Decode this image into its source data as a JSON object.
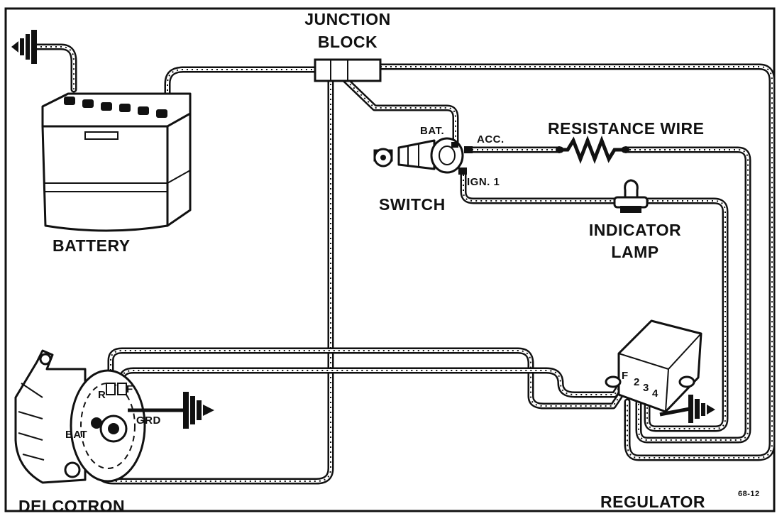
{
  "labels": {
    "junction_block_line1": "JUNCTION",
    "junction_block_line2": "BLOCK",
    "battery": "BATTERY",
    "switch": "SWITCH",
    "bat": "BAT.",
    "acc": "ACC.",
    "ign1": "IGN. 1",
    "resistance_wire": "RESISTANCE WIRE",
    "indicator_line1": "INDICATOR",
    "indicator_line2": "LAMP",
    "delcotron": "DELCOTRON",
    "regulator": "REGULATOR",
    "alt_r": "R",
    "alt_f": "F",
    "alt_bat": "BAT",
    "alt_grd": "GRD",
    "reg_f": "F",
    "reg_2": "2",
    "reg_3": "3",
    "reg_4": "4",
    "figure_number": "68-12"
  },
  "colors": {
    "ink": "#111111",
    "paper": "#ffffff"
  }
}
